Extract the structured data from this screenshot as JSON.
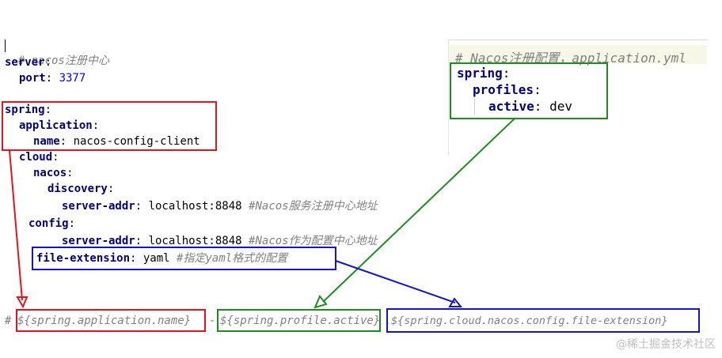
{
  "left_yaml": {
    "comment": "# nacos注册中心",
    "server_key": "server",
    "port_key": "port",
    "port_value": "3377",
    "spring_key": "spring",
    "application_key": "application",
    "name_key": "name",
    "name_value": "nacos-config-client",
    "cloud_key": "cloud",
    "nacos_key": "nacos",
    "discovery_key": "discovery",
    "server_addr_key": "server-addr",
    "server_addr_value": "localhost:8848",
    "discovery_comment": "#Nacos服务注册中心地址",
    "config_key": "config",
    "config_server_addr_value": "localhost:8848",
    "config_comment": "#Nacos作为配置中心地址",
    "file_ext_key": "file-extension",
    "file_ext_value": "yaml",
    "file_ext_comment": "#指定yaml格式的配置"
  },
  "right_yaml": {
    "header_comment": "# Nacos注册配置，application.yml",
    "spring_key": "spring",
    "profiles_key": "profiles",
    "active_key": "active",
    "active_value": "dev"
  },
  "data_id_line": {
    "prefix": "# ",
    "part1": "${spring.application.name}",
    "dash1": "-",
    "part2": "${spring.profile.active}",
    "dot": ".",
    "part3": "${spring.cloud.nacos.config.file-extension}"
  },
  "colors": {
    "red_box": "#e8121c",
    "green_box": "#1e8c1e",
    "blue_box": "#1414c8",
    "key": "#000080",
    "comment": "#808080",
    "number": "#0000ff"
  },
  "watermark": "@稀土掘金技术社区"
}
